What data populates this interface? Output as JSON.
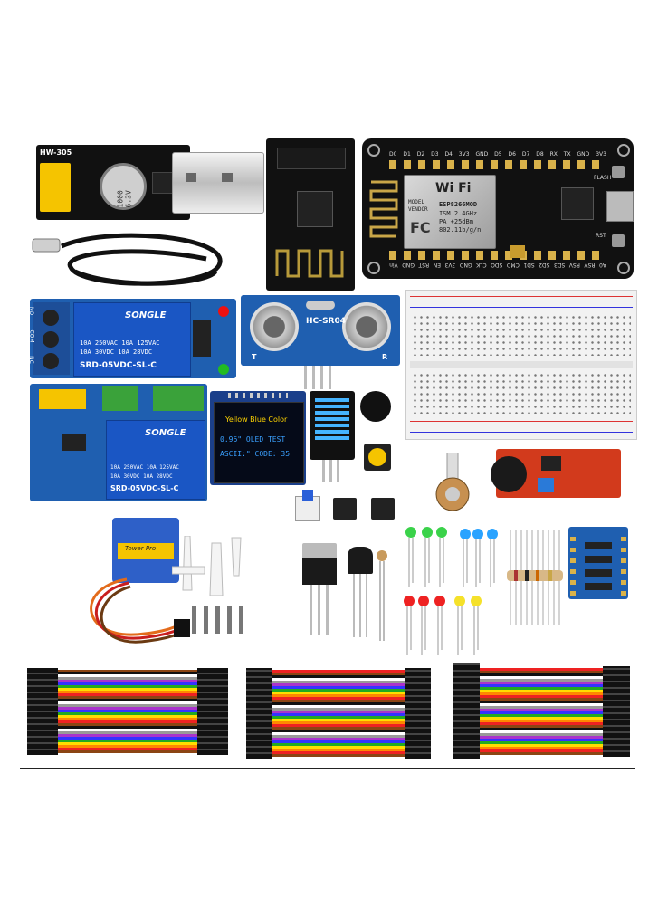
{
  "adapter": {
    "label": "HW-305",
    "cap_text": "1000 6.3V"
  },
  "esp01": {},
  "nodemcu": {
    "wifi_text": "Wi Fi",
    "module_lines": [
      "MODEL",
      "VENDOR",
      "ESP8266MOD",
      "ISM 2.4GHz",
      "PA +25dBm",
      "802.11b/g/n"
    ],
    "pins_top": [
      "D0",
      "D1",
      "D2",
      "D3",
      "D4",
      "3V3",
      "GND",
      "D5",
      "D6",
      "D7",
      "D8",
      "RX",
      "TX",
      "GND",
      "3V3"
    ],
    "pins_bottom": [
      "A0",
      "RSV",
      "RSV",
      "SD3",
      "SD2",
      "SD1",
      "CMD",
      "SDO",
      "CLK",
      "GND",
      "3V3",
      "EN",
      "RST",
      "GND",
      "Vin"
    ],
    "flash": "FLASH",
    "rst": "RST"
  },
  "relay1": {
    "brand": "SONGLE",
    "specs": [
      "10A 250VAC  10A 125VAC",
      "10A 30VDC  10A 28VDC"
    ],
    "model": "SRD-05VDC-SL-C",
    "side": [
      "NO",
      "COM",
      "NC"
    ]
  },
  "ultrasonic": {
    "model": "HC-SR04",
    "t": "T",
    "r": "R"
  },
  "oled": {
    "line1": "Yellow Blue Color",
    "line2": "0.96\" OLED TEST",
    "line3": "ASCII:\" CODE: 35"
  },
  "relay2": {
    "brand": "SONGLE",
    "specs": [
      "10A 250VAC  10A 125VAC",
      "10A 30VDC  10A 28VDC"
    ],
    "model": "SRD-05VDC-SL-C"
  },
  "servo": {
    "brand": "Tower Pro"
  },
  "colors": {
    "pcb_blue": "#1f5fb0",
    "pcb_black": "#111111",
    "relay_blue": "#1a56c4",
    "oled_yellow": "#ffd400",
    "oled_blue": "#3aa0ff"
  }
}
